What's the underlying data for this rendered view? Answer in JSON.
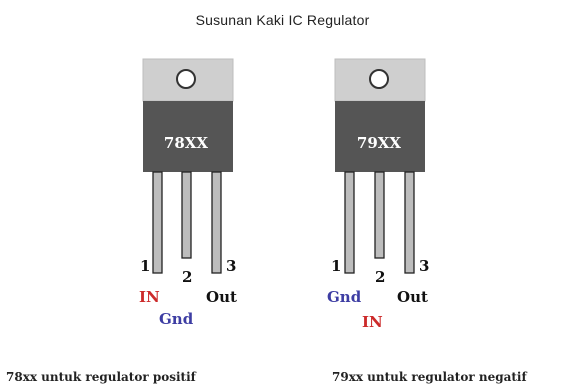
{
  "title": "Susunan Kaki  IC Regulator",
  "colors": {
    "tab": "#cfcfcf",
    "body": "#555555",
    "lead": "#bdbdbd",
    "in_label": "#cc2a2a",
    "gnd_label": "#3d3da3",
    "out_label": "#111111"
  },
  "left": {
    "part": "78XX",
    "pin1": "1",
    "pin2": "2",
    "pin3": "3",
    "label_in": "IN",
    "label_gnd": "Gnd",
    "label_out": "Out",
    "caption": "78xx untuk regulator positif"
  },
  "right": {
    "part": "79XX",
    "pin1": "1",
    "pin2": "2",
    "pin3": "3",
    "label_gnd": "Gnd",
    "label_in": "IN",
    "label_out": "Out",
    "caption": "79xx untuk regulator negatif"
  }
}
